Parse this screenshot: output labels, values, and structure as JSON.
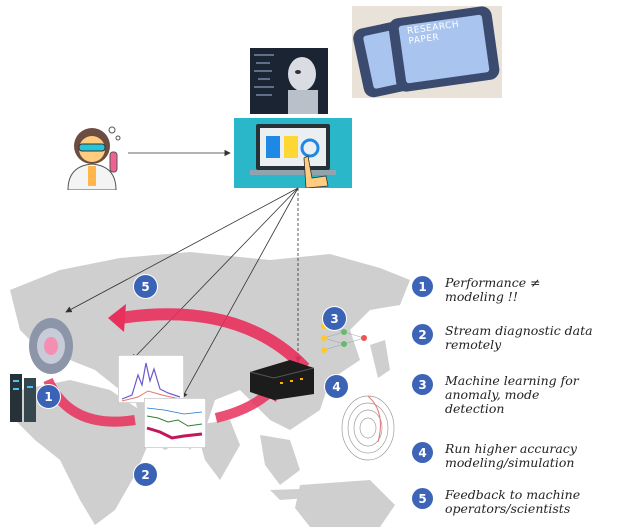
{
  "research_paper": {
    "label": "RESEARCH PAPER"
  },
  "map_markers": [
    "5",
    "1",
    "2",
    "3",
    "4"
  ],
  "legend": [
    {
      "number": "1",
      "text": "Performance ≠\nmodeling !!"
    },
    {
      "number": "2",
      "text": "Stream diagnostic data\nremotely"
    },
    {
      "number": "3",
      "text": "Machine learning for\nanomaly, mode\ndetection"
    },
    {
      "number": "4",
      "text": "Run higher accuracy\nmodeling/simulation"
    },
    {
      "number": "5",
      "text": "Feedback to machine\noperators/scientists"
    }
  ],
  "colors": {
    "marker_blue": "#3d64b7",
    "arrow_pink": "#e8305c",
    "laptop_cyan": "#2ab7c9",
    "map_gray": "#c9c9c9"
  },
  "icons": [
    "scientist-icon",
    "ai-robot-icon",
    "tablet-research-paper-icon",
    "laptop-touch-icon",
    "tokamak-device-icon",
    "server-rack-icon",
    "plot-panel-icon",
    "supercomputer-icon",
    "neural-network-icon",
    "spiral-plot-icon"
  ]
}
